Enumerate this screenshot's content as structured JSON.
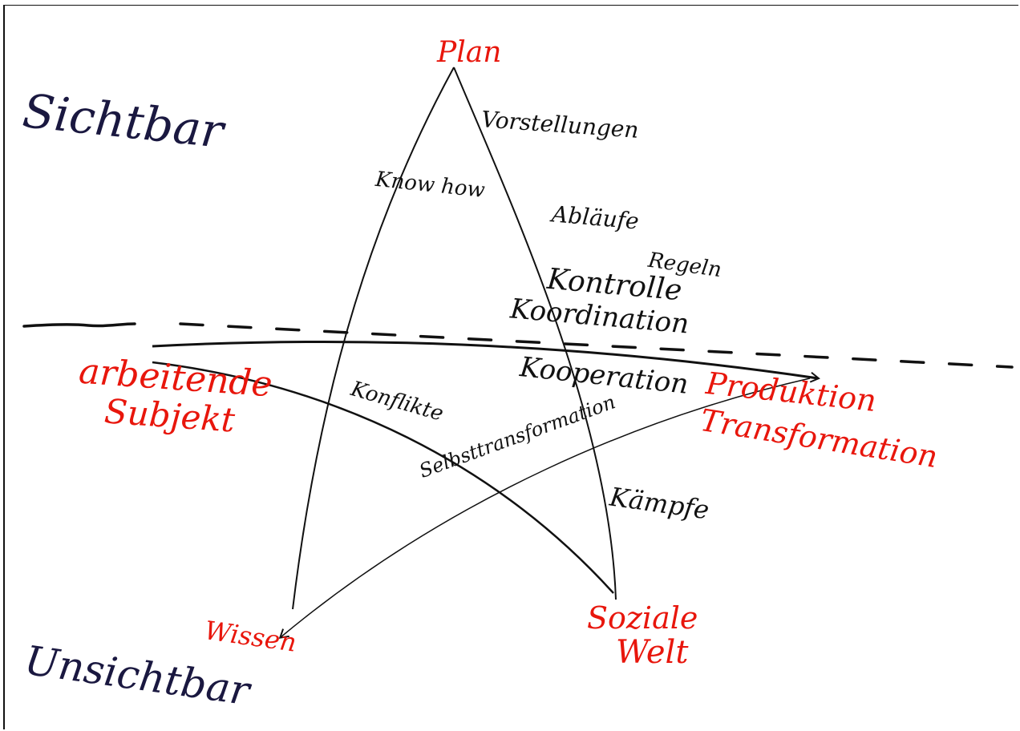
{
  "diagram": {
    "colors": {
      "node_text": "#e8160c",
      "edge_text": "#111111",
      "zone_text": "#1a1840",
      "lines": "#111111",
      "background": "#ffffff"
    },
    "zones": {
      "top": "Sichtbar",
      "bottom": "Unsichtbar"
    },
    "nodes": {
      "plan": "Plan",
      "subject_line1": "arbeitende",
      "subject_line2": "Subjekt",
      "production_line1": "Produktion",
      "production_line2": "Transformation",
      "wissen": "Wissen",
      "social_line1": "Soziale",
      "social_line2": "Welt"
    },
    "edge_labels": {
      "vorstellungen": "Vorstellungen",
      "knowhow": "Know how",
      "ablaeufe": "Abläufe",
      "regeln": "Regeln",
      "kontrolle": "Kontrolle",
      "koordination": "Koordination",
      "kooperation": "Kooperation",
      "konflikte": "Konflikte",
      "selbsttransformation": "Selbsttransformation",
      "kaempfe": "Kämpfe"
    }
  }
}
